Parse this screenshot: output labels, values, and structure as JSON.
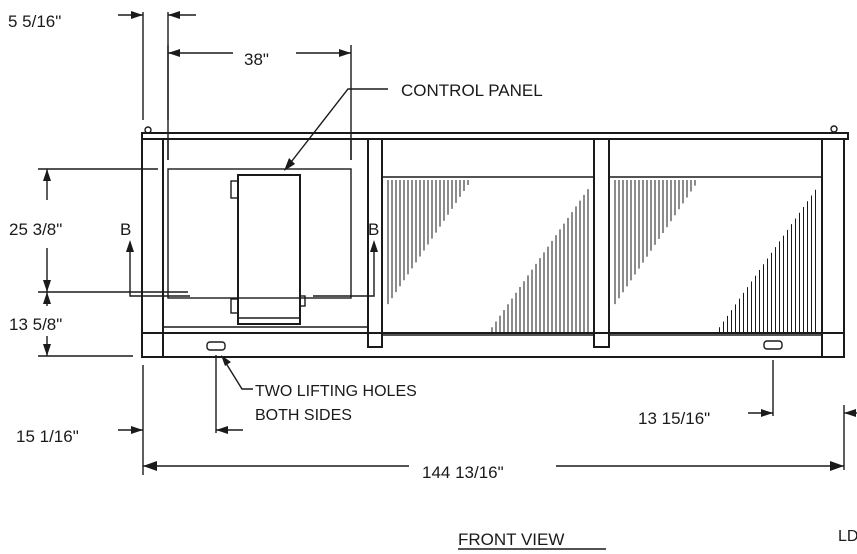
{
  "dimensions": {
    "top_offset": "5 5/16\"",
    "panel_width": "38\"",
    "upper_height": "25 3/8\"",
    "lower_height": "13 5/8\"",
    "left_offset": "15 1/16\"",
    "right_offset": "13 15/16\"",
    "overall_length": "144 13/16\""
  },
  "labels": {
    "control_panel": "CONTROL PANEL",
    "lifting_holes_line1": "TWO LIFTING HOLES",
    "lifting_holes_line2": "BOTH SIDES",
    "section_marker_left": "B",
    "section_marker_right": "B",
    "view_title": "FRONT VIEW",
    "corner_code": "LD"
  }
}
